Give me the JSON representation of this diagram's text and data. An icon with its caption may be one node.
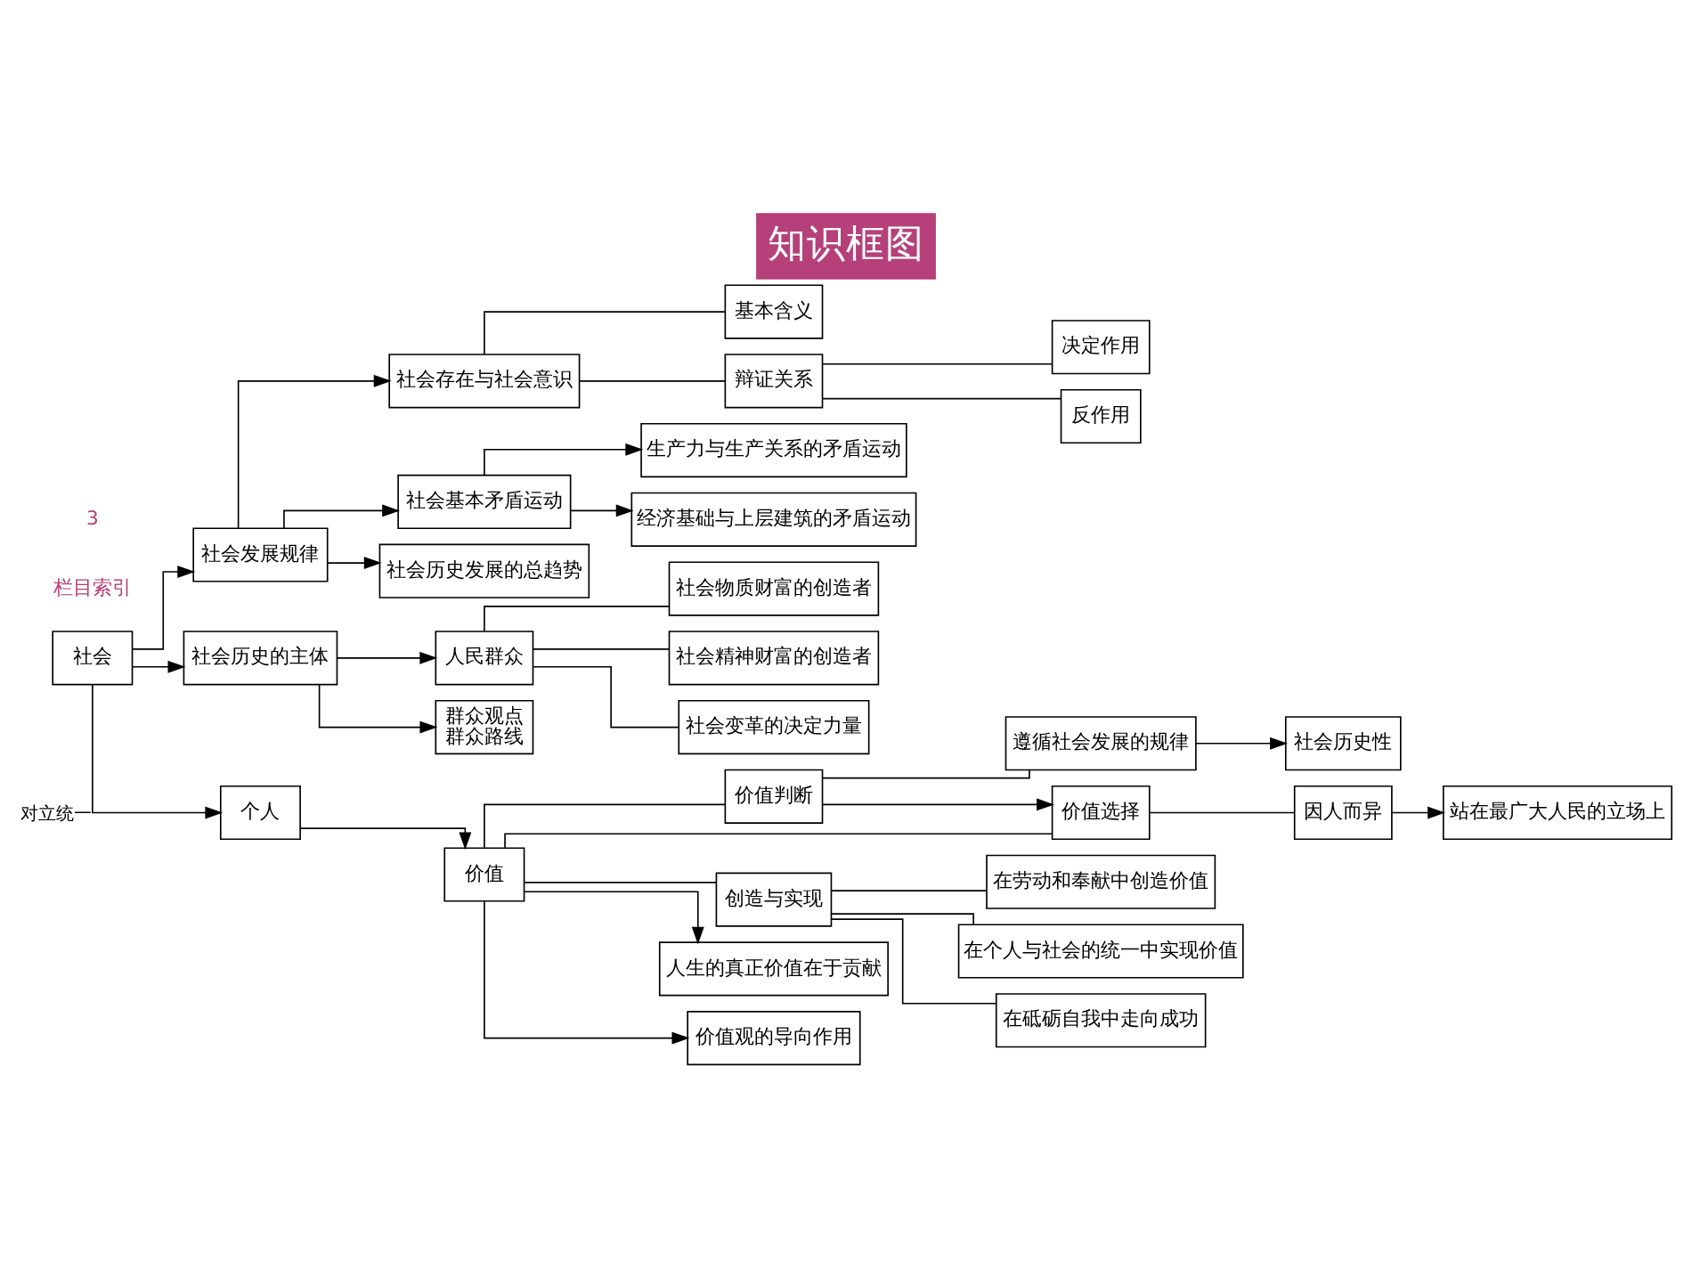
{
  "diagram": {
    "title": "知识框图",
    "nodes": [
      {
        "text": [
          "社会"
        ]
      },
      {
        "text": [
          "社会存在与社会意识"
        ]
      },
      {
        "text": [
          "基本含义"
        ]
      },
      {
        "text": [
          "辩证关系"
        ]
      },
      {
        "text": [
          "决定作用"
        ]
      },
      {
        "text": [
          "反作用"
        ]
      },
      {
        "text": [
          "社会发展规律"
        ]
      },
      {
        "text": [
          "社会基本矛盾运动"
        ]
      },
      {
        "text": [
          "生产力与生产关系的矛盾运动"
        ]
      },
      {
        "text": [
          "经济基础与上层建筑的矛盾运动"
        ]
      },
      {
        "text": [
          "社会历史发展的总趋势"
        ]
      },
      {
        "text": [
          "社会物质财富的创造者"
        ]
      },
      {
        "text": [
          "人民群众"
        ]
      },
      {
        "text": [
          "社会精神财富的创造者"
        ]
      },
      {
        "text": [
          "社会历史的主体"
        ]
      },
      {
        "text": [
          "群众观点",
          "群众路线"
        ]
      },
      {
        "text": [
          "社会变革的决定力量"
        ]
      },
      {
        "text": [
          "个人"
        ]
      },
      {
        "text": [
          "价值"
        ]
      },
      {
        "text": [
          "价值判断"
        ]
      },
      {
        "text": [
          "遵循社会发展的规律"
        ]
      },
      {
        "text": [
          "社会历史性"
        ]
      },
      {
        "text": [
          "价值选择"
        ]
      },
      {
        "text": [
          "因人而异"
        ]
      },
      {
        "text": [
          "站在最广大人民的立场上"
        ]
      },
      {
        "text": [
          "在劳动和奉献中创造价值"
        ]
      },
      {
        "text": [
          "创造与实现"
        ]
      },
      {
        "text": [
          "在个人与社会的统一中实现价值"
        ]
      },
      {
        "text": [
          "在砥砺自我中走向成功"
        ]
      },
      {
        "text": [
          "人生的真正价值在于贡献"
        ]
      },
      {
        "text": [
          "价值观的导向作用"
        ]
      }
    ],
    "edges": [
      {
        "from": 0,
        "to": 6,
        "arrow": "to"
      },
      {
        "from": 6,
        "to": 1,
        "arrow": "to"
      },
      {
        "from": 1,
        "to": 2,
        "arrow": "none"
      },
      {
        "from": 1,
        "to": 3,
        "arrow": "none"
      },
      {
        "from": 3,
        "to": 4,
        "arrow": "none"
      },
      {
        "from": 3,
        "to": 5,
        "arrow": "none"
      },
      {
        "from": 6,
        "to": 7,
        "arrow": "to"
      },
      {
        "from": 7,
        "to": 8,
        "arrow": "to"
      },
      {
        "from": 7,
        "to": 9,
        "arrow": "to"
      },
      {
        "from": 6,
        "to": 10,
        "arrow": "to"
      },
      {
        "from": 0,
        "to": 14,
        "arrow": "to"
      },
      {
        "from": 14,
        "to": 12,
        "arrow": "to"
      },
      {
        "from": 14,
        "to": 15,
        "arrow": "to"
      },
      {
        "from": 12,
        "to": 11,
        "arrow": "none"
      },
      {
        "from": 12,
        "to": 13,
        "arrow": "none"
      },
      {
        "from": 12,
        "to": 16,
        "arrow": "none"
      },
      {
        "from": 0,
        "to": 17,
        "arrow": "to",
        "label": "对立统一"
      },
      {
        "from": 17,
        "to": 18,
        "arrow": "to"
      },
      {
        "from": 18,
        "to": 19,
        "arrow": "none"
      },
      {
        "from": 19,
        "to": 20,
        "arrow": "none"
      },
      {
        "from": 20,
        "to": 21,
        "arrow": "to"
      },
      {
        "from": 19,
        "to": 22,
        "arrow": "to"
      },
      {
        "from": 18,
        "to": 22,
        "arrow": "none"
      },
      {
        "from": 22,
        "to": 23,
        "arrow": "none"
      },
      {
        "from": 23,
        "to": 24,
        "arrow": "to"
      },
      {
        "from": 18,
        "to": 26,
        "arrow": "none"
      },
      {
        "from": 26,
        "to": 25,
        "arrow": "none"
      },
      {
        "from": 26,
        "to": 27,
        "arrow": "none"
      },
      {
        "from": 26,
        "to": 28,
        "arrow": "none"
      },
      {
        "from": 18,
        "to": 29,
        "arrow": "to"
      },
      {
        "from": 18,
        "to": 30,
        "arrow": "to"
      }
    ],
    "labels": [
      "栏目索引",
      "3"
    ]
  }
}
